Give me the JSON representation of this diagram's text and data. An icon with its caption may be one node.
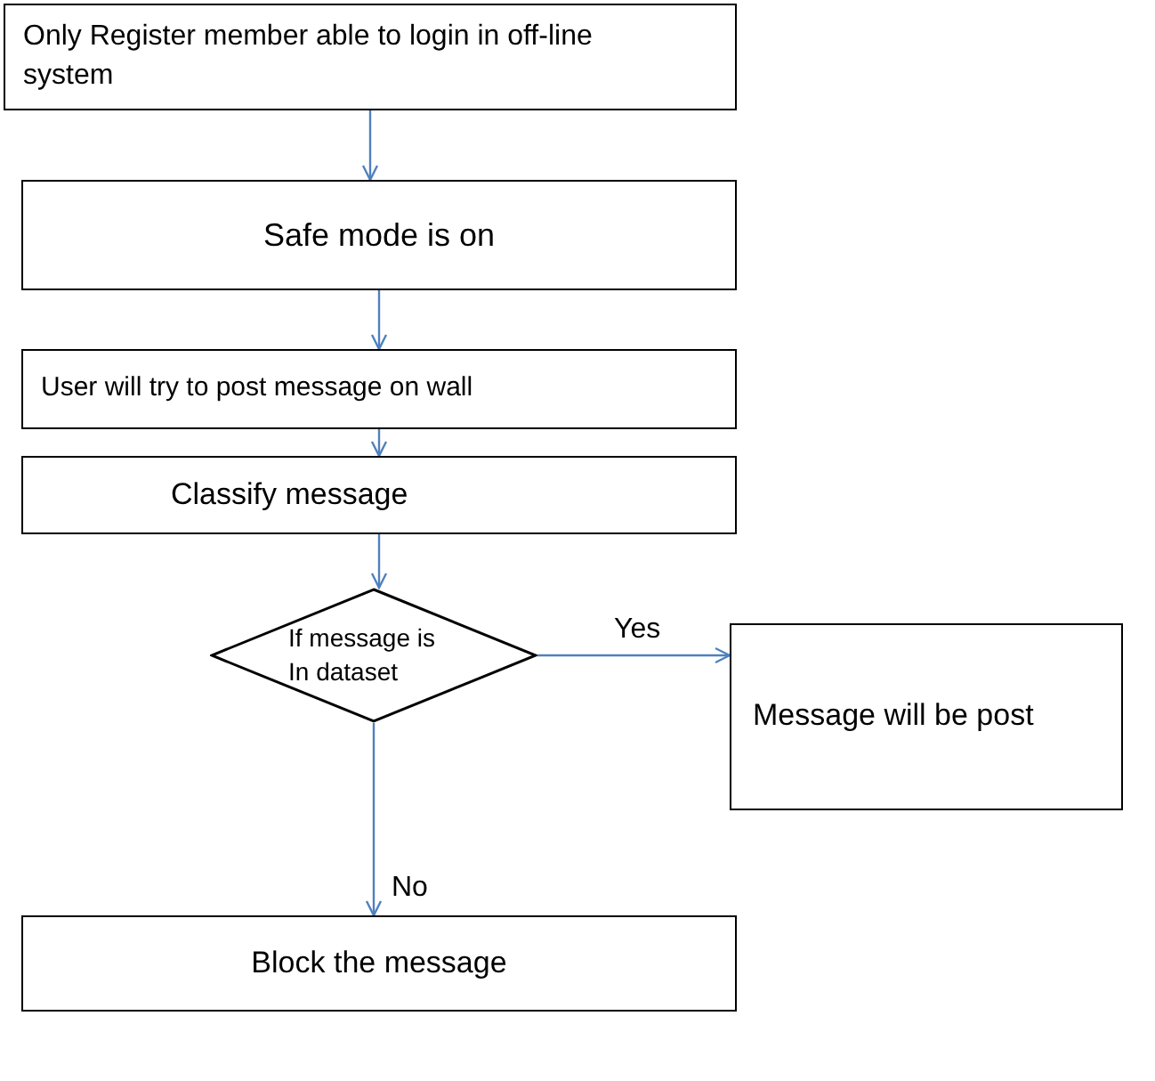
{
  "diagram": {
    "nodes": [
      {
        "text": [
          "Only Register member able to login in off-line system"
        ]
      },
      {
        "text": [
          "Safe mode is on"
        ]
      },
      {
        "text": [
          "User will try to post message on wall"
        ]
      },
      {
        "text": [
          "Classify message"
        ]
      },
      {
        "text": [
          "If message is In dataset"
        ]
      },
      {
        "text": [
          "Message will be post"
        ]
      },
      {
        "text": [
          "Block the message"
        ]
      }
    ],
    "edges": [
      {
        "from": 0,
        "to": 1,
        "arrow": "to"
      },
      {
        "from": 1,
        "to": 2,
        "arrow": "to"
      },
      {
        "from": 2,
        "to": 3,
        "arrow": "to"
      },
      {
        "from": 3,
        "to": 4,
        "arrow": "to"
      },
      {
        "from": 4,
        "to": 5,
        "arrow": "to",
        "label": "Yes"
      },
      {
        "from": 4,
        "to": 6,
        "arrow": "to",
        "label": "No"
      }
    ]
  }
}
